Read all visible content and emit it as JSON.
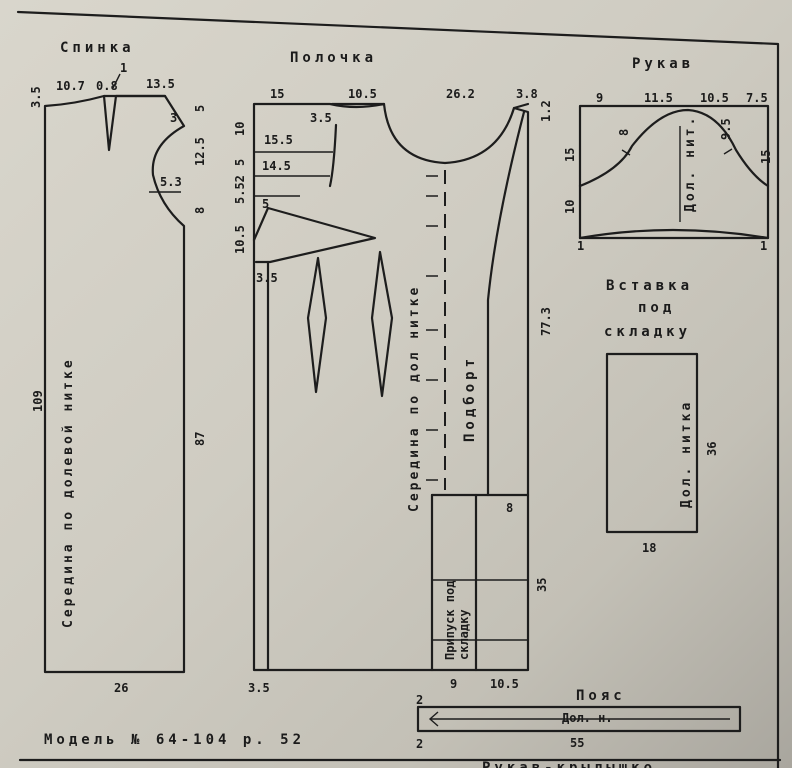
{
  "titles": {
    "back": "Спинка",
    "front": "Полочка",
    "sleeve": "Рукав",
    "insert": [
      "Вставка",
      "под",
      "складку"
    ],
    "belt": "Пояс",
    "bottom_partial": "Рукав-крылышко"
  },
  "back": {
    "dims": {
      "top_left": "10.7",
      "top_mid": "0.8",
      "dart": "1",
      "top_right": "13.5",
      "left_top": "3.5",
      "right_1": "5",
      "right_2": "12.5",
      "right_3": "8",
      "right_4": "87",
      "inner_3": "3",
      "inner_53": "5.3",
      "width": "109",
      "bottom": "26"
    },
    "grain_text": "Середина по долевой нитке"
  },
  "front": {
    "dims": {
      "top_1": "15",
      "top_2": "10.5",
      "top_3": "26.2",
      "top_4": "3.8",
      "right_top": "1.2",
      "left_1": "10",
      "left_2": "5",
      "left_3": "5.52",
      "left_4": "10.5",
      "left_bottom": "3.5",
      "in_155": "15.5",
      "in_145": "14.5",
      "in_5": "5",
      "in_35": "3.5",
      "right_773": "77.3",
      "bottom_left": "3.5",
      "bottom_mid": "9",
      "bottom_right": "10.5",
      "pleat_h": "35",
      "pleat_8": "8"
    },
    "grain_text": "Середина по дол нитке",
    "facing_text": "Подборт",
    "pleat_text": [
      "Припуск под",
      "складку"
    ]
  },
  "sleeve": {
    "dims": {
      "top_1": "9",
      "top_2": "11.5",
      "top_3": "10.5",
      "top_4": "7.5",
      "left": "15",
      "left_low": "10",
      "right": "15",
      "in_8": "8",
      "in_95": "9.5",
      "corner_l": "1",
      "corner_r": "1"
    },
    "grain_text": "Дол. нит."
  },
  "insert": {
    "dims": {
      "height": "36",
      "width": "18"
    },
    "grain_text": "Дол. нитка"
  },
  "belt": {
    "dims": {
      "length": "55",
      "h_top": "2",
      "h_bottom": "2"
    },
    "grain_text": "Дол. н."
  },
  "model_label": "Модель № 64-104 р. 52"
}
